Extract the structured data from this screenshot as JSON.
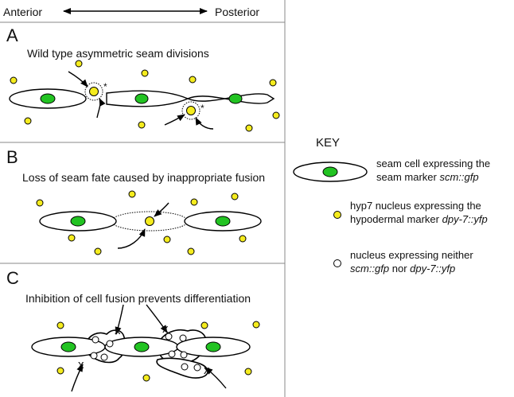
{
  "axis": {
    "left_label": "Anterior",
    "right_label": "Posterior"
  },
  "panels": [
    {
      "letter": "A",
      "title": "Wild type asymmetric seam divisions",
      "asterisk": "*"
    },
    {
      "letter": "B",
      "title": "Loss of seam fate caused by inappropriate fusion"
    },
    {
      "letter": "C",
      "title": "Inhibition of cell fusion prevents differentiation",
      "blocked_mark": "x"
    }
  ],
  "key": {
    "heading": "KEY",
    "items": [
      {
        "marker": "seam-cell",
        "line1": "seam cell expressing the",
        "line2_plain": "seam marker ",
        "line2_italic": "scm::gfp"
      },
      {
        "marker": "yellow-nucleus",
        "line1": "hyp7 nucleus expressing the",
        "line2_plain": "hypodermal marker ",
        "line2_italic": "dpy-7::yfp"
      },
      {
        "marker": "white-nucleus",
        "line1": "nucleus expressing neither",
        "line2_italic_a": "scm::gfp",
        "line2_plain": " nor ",
        "line2_italic_b": "dpy-7::yfp"
      }
    ]
  },
  "colors": {
    "seam_nucleus": "#22c322",
    "hyp7_nucleus": "#f5ec1e",
    "outline": "#000000",
    "panel_border": "#888888"
  }
}
